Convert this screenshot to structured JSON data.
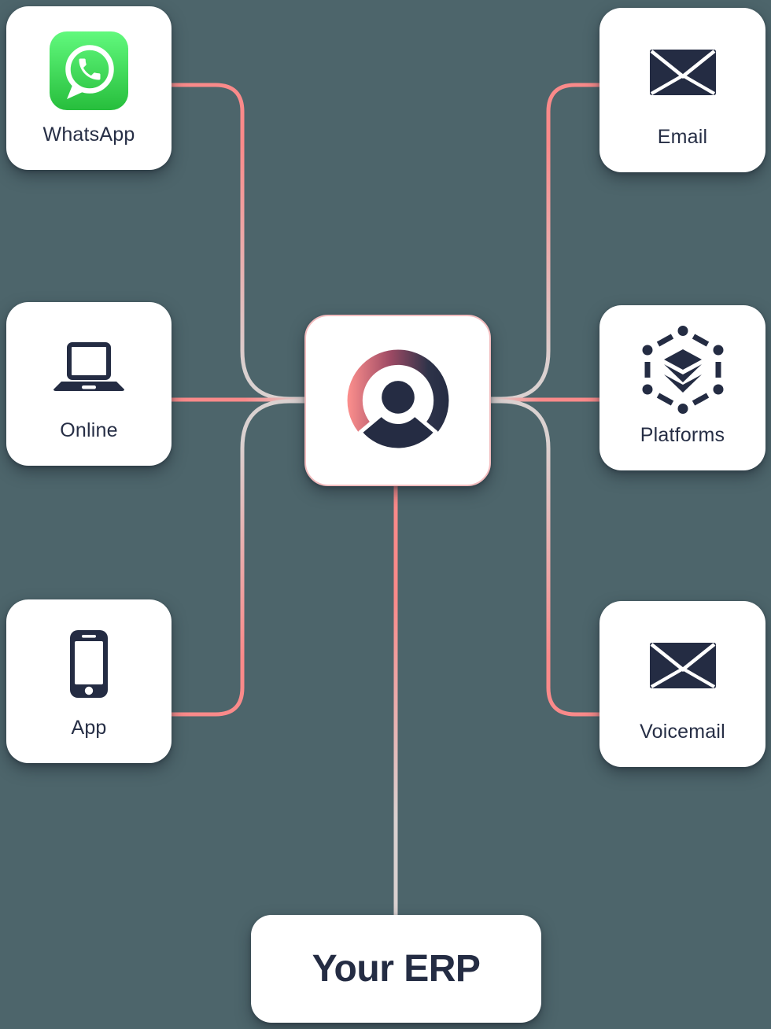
{
  "diagram": {
    "title": "Channels to ERP integration diagram",
    "background_color": "#4D656B",
    "connector_coral": "#FA8A8A",
    "connector_pale": "#DAD1D0",
    "icon_color": "#242C43",
    "label_color": "#262E45",
    "center_card_border": "#F2BCBE",
    "whatsapp_green_top": "#61F97D",
    "whatsapp_green_bottom": "#27BE3C"
  },
  "nodes": [
    {
      "id": "whatsapp",
      "label": "WhatsApp",
      "icon": "whatsapp-icon"
    },
    {
      "id": "online",
      "label": "Online",
      "icon": "laptop-icon"
    },
    {
      "id": "app",
      "label": "App",
      "icon": "smartphone-icon"
    },
    {
      "id": "email",
      "label": "Email",
      "icon": "envelope-icon"
    },
    {
      "id": "platforms",
      "label": "Platforms",
      "icon": "hexagon-network-icon"
    },
    {
      "id": "voicemail",
      "label": "Voicemail",
      "icon": "envelope-icon"
    }
  ],
  "center": {
    "id": "hub",
    "icon": "brand-logo"
  },
  "erp": {
    "label": "Your ERP"
  },
  "connectors": [
    {
      "from": "whatsapp",
      "to": "hub"
    },
    {
      "from": "online",
      "to": "hub"
    },
    {
      "from": "app",
      "to": "hub"
    },
    {
      "from": "email",
      "to": "hub"
    },
    {
      "from": "platforms",
      "to": "hub"
    },
    {
      "from": "voicemail",
      "to": "hub"
    },
    {
      "from": "hub",
      "to": "erp"
    }
  ]
}
